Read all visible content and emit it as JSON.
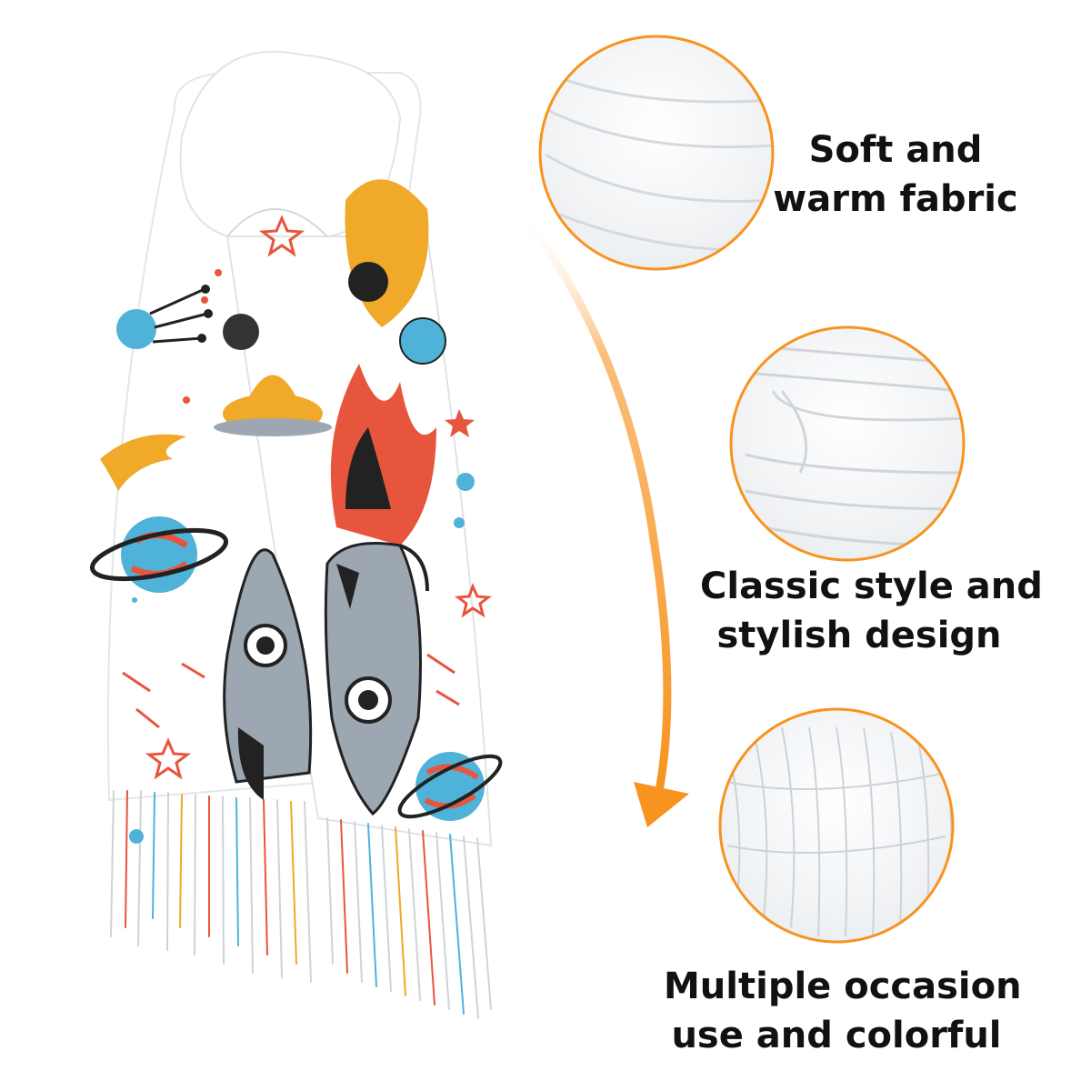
{
  "features": [
    {
      "line1": "Soft and",
      "line2": "warm fabric"
    },
    {
      "line1": "Classic style and",
      "line2": "stylish design"
    },
    {
      "line1": "Multiple occasion",
      "line2": "use and colorful"
    }
  ],
  "colors": {
    "accent_orange": "#F7931E",
    "scarf_base": "#FFFFFF",
    "rocket_gray": "#9DA7B1",
    "flame_red": "#E8553D",
    "planet_blue": "#4FB3D9",
    "saturn_yellow": "#F0A928",
    "outline_dark": "#222222"
  }
}
